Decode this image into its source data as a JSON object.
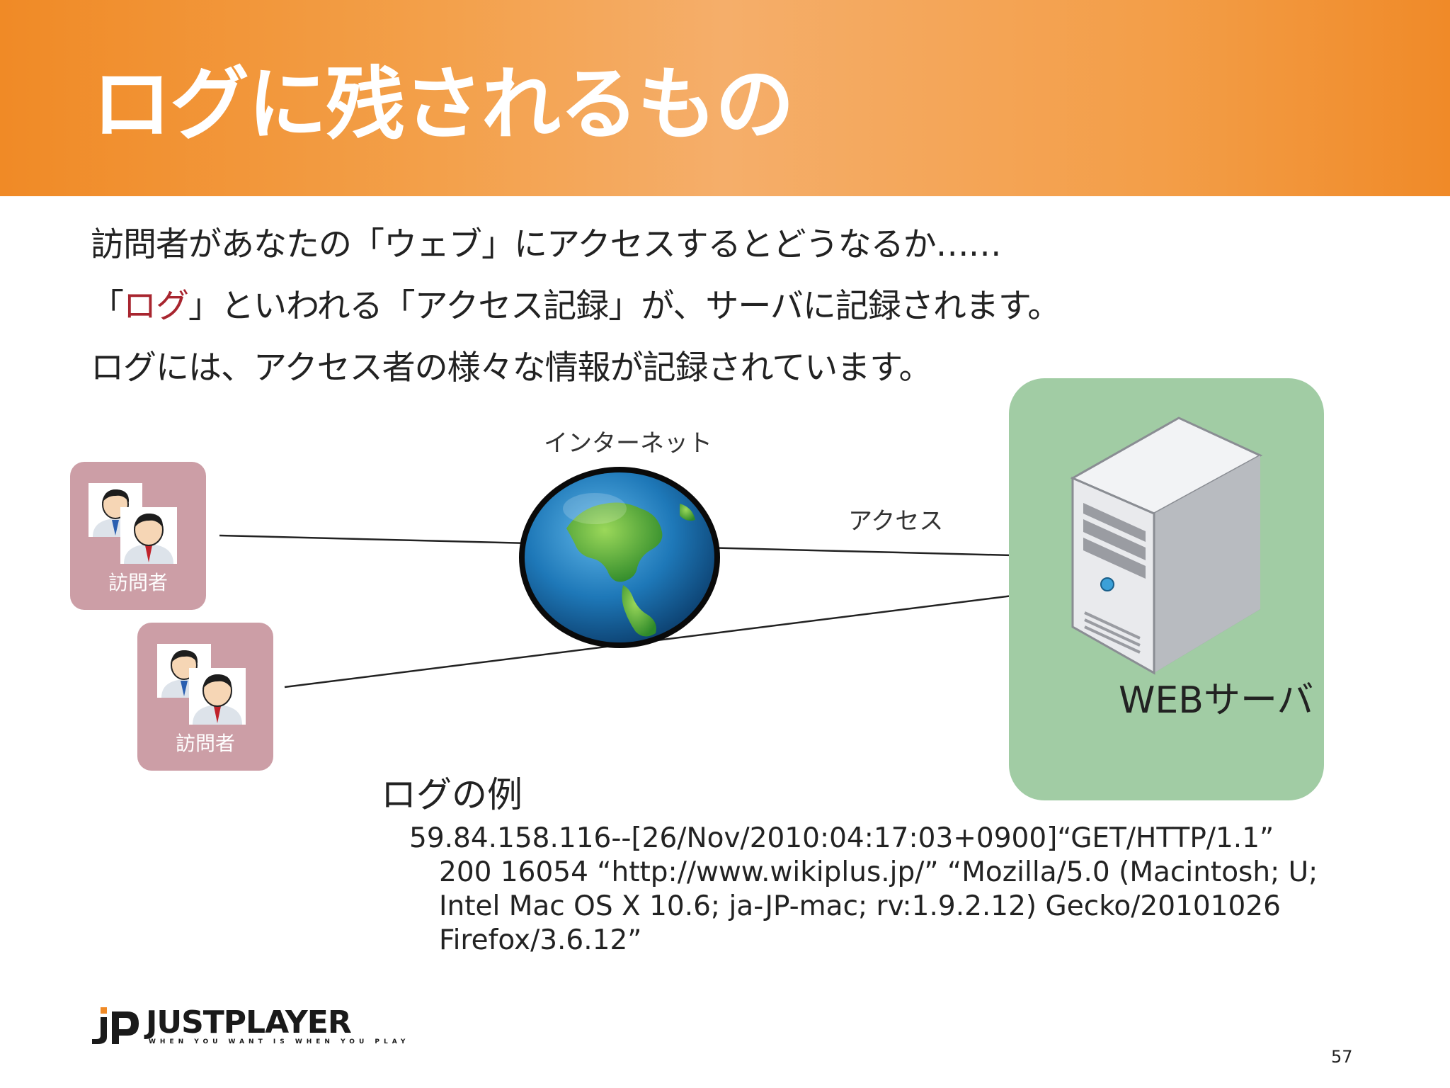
{
  "slide": {
    "title": "ログに残されるもの",
    "intro_lines": [
      "訪問者があなたの「ウェブ」にアクセスするとどうなるか……",
      "」といわれる「アクセス記録」が、サーバに記録されます。",
      "ログには、アクセス者の様々な情報が記録されています。"
    ],
    "intro_line2_open": "「",
    "intro_line2_highlight": "ログ",
    "highlight_color": "#a8252f",
    "header_color": "#f39a3e"
  },
  "diagram": {
    "visitors": [
      {
        "label": "訪問者",
        "icon": "user-group-icon"
      },
      {
        "label": "訪問者",
        "icon": "user-group-icon"
      }
    ],
    "internet_label": "インターネット",
    "internet_icon": "globe-icon",
    "access_label": "アクセス",
    "server_label": "WEBサーバ",
    "server_icon": "server-tower-icon",
    "server_panel_color": "#a1cca4",
    "visitor_box_color": "#cc9ea6"
  },
  "log_example": {
    "heading": "ログの例",
    "lines": [
      "59.84.158.116--[26/Nov/2010:04:17:03+0900]“GET/HTTP/1.1”",
      "200 16054 “http://www.wikiplus.jp/” “Mozilla/5.0 (Macintosh; U;",
      "Intel Mac OS X 10.6; ja-JP-mac; rv:1.9.2.12) Gecko/20101026",
      "Firefox/3.6.12”"
    ]
  },
  "footer": {
    "logo_mark": "jP",
    "logo_text": "JUSTPLAYER",
    "logo_tagline": "WHEN YOU WANT IS WHEN YOU PLAY",
    "page_number": "57"
  }
}
